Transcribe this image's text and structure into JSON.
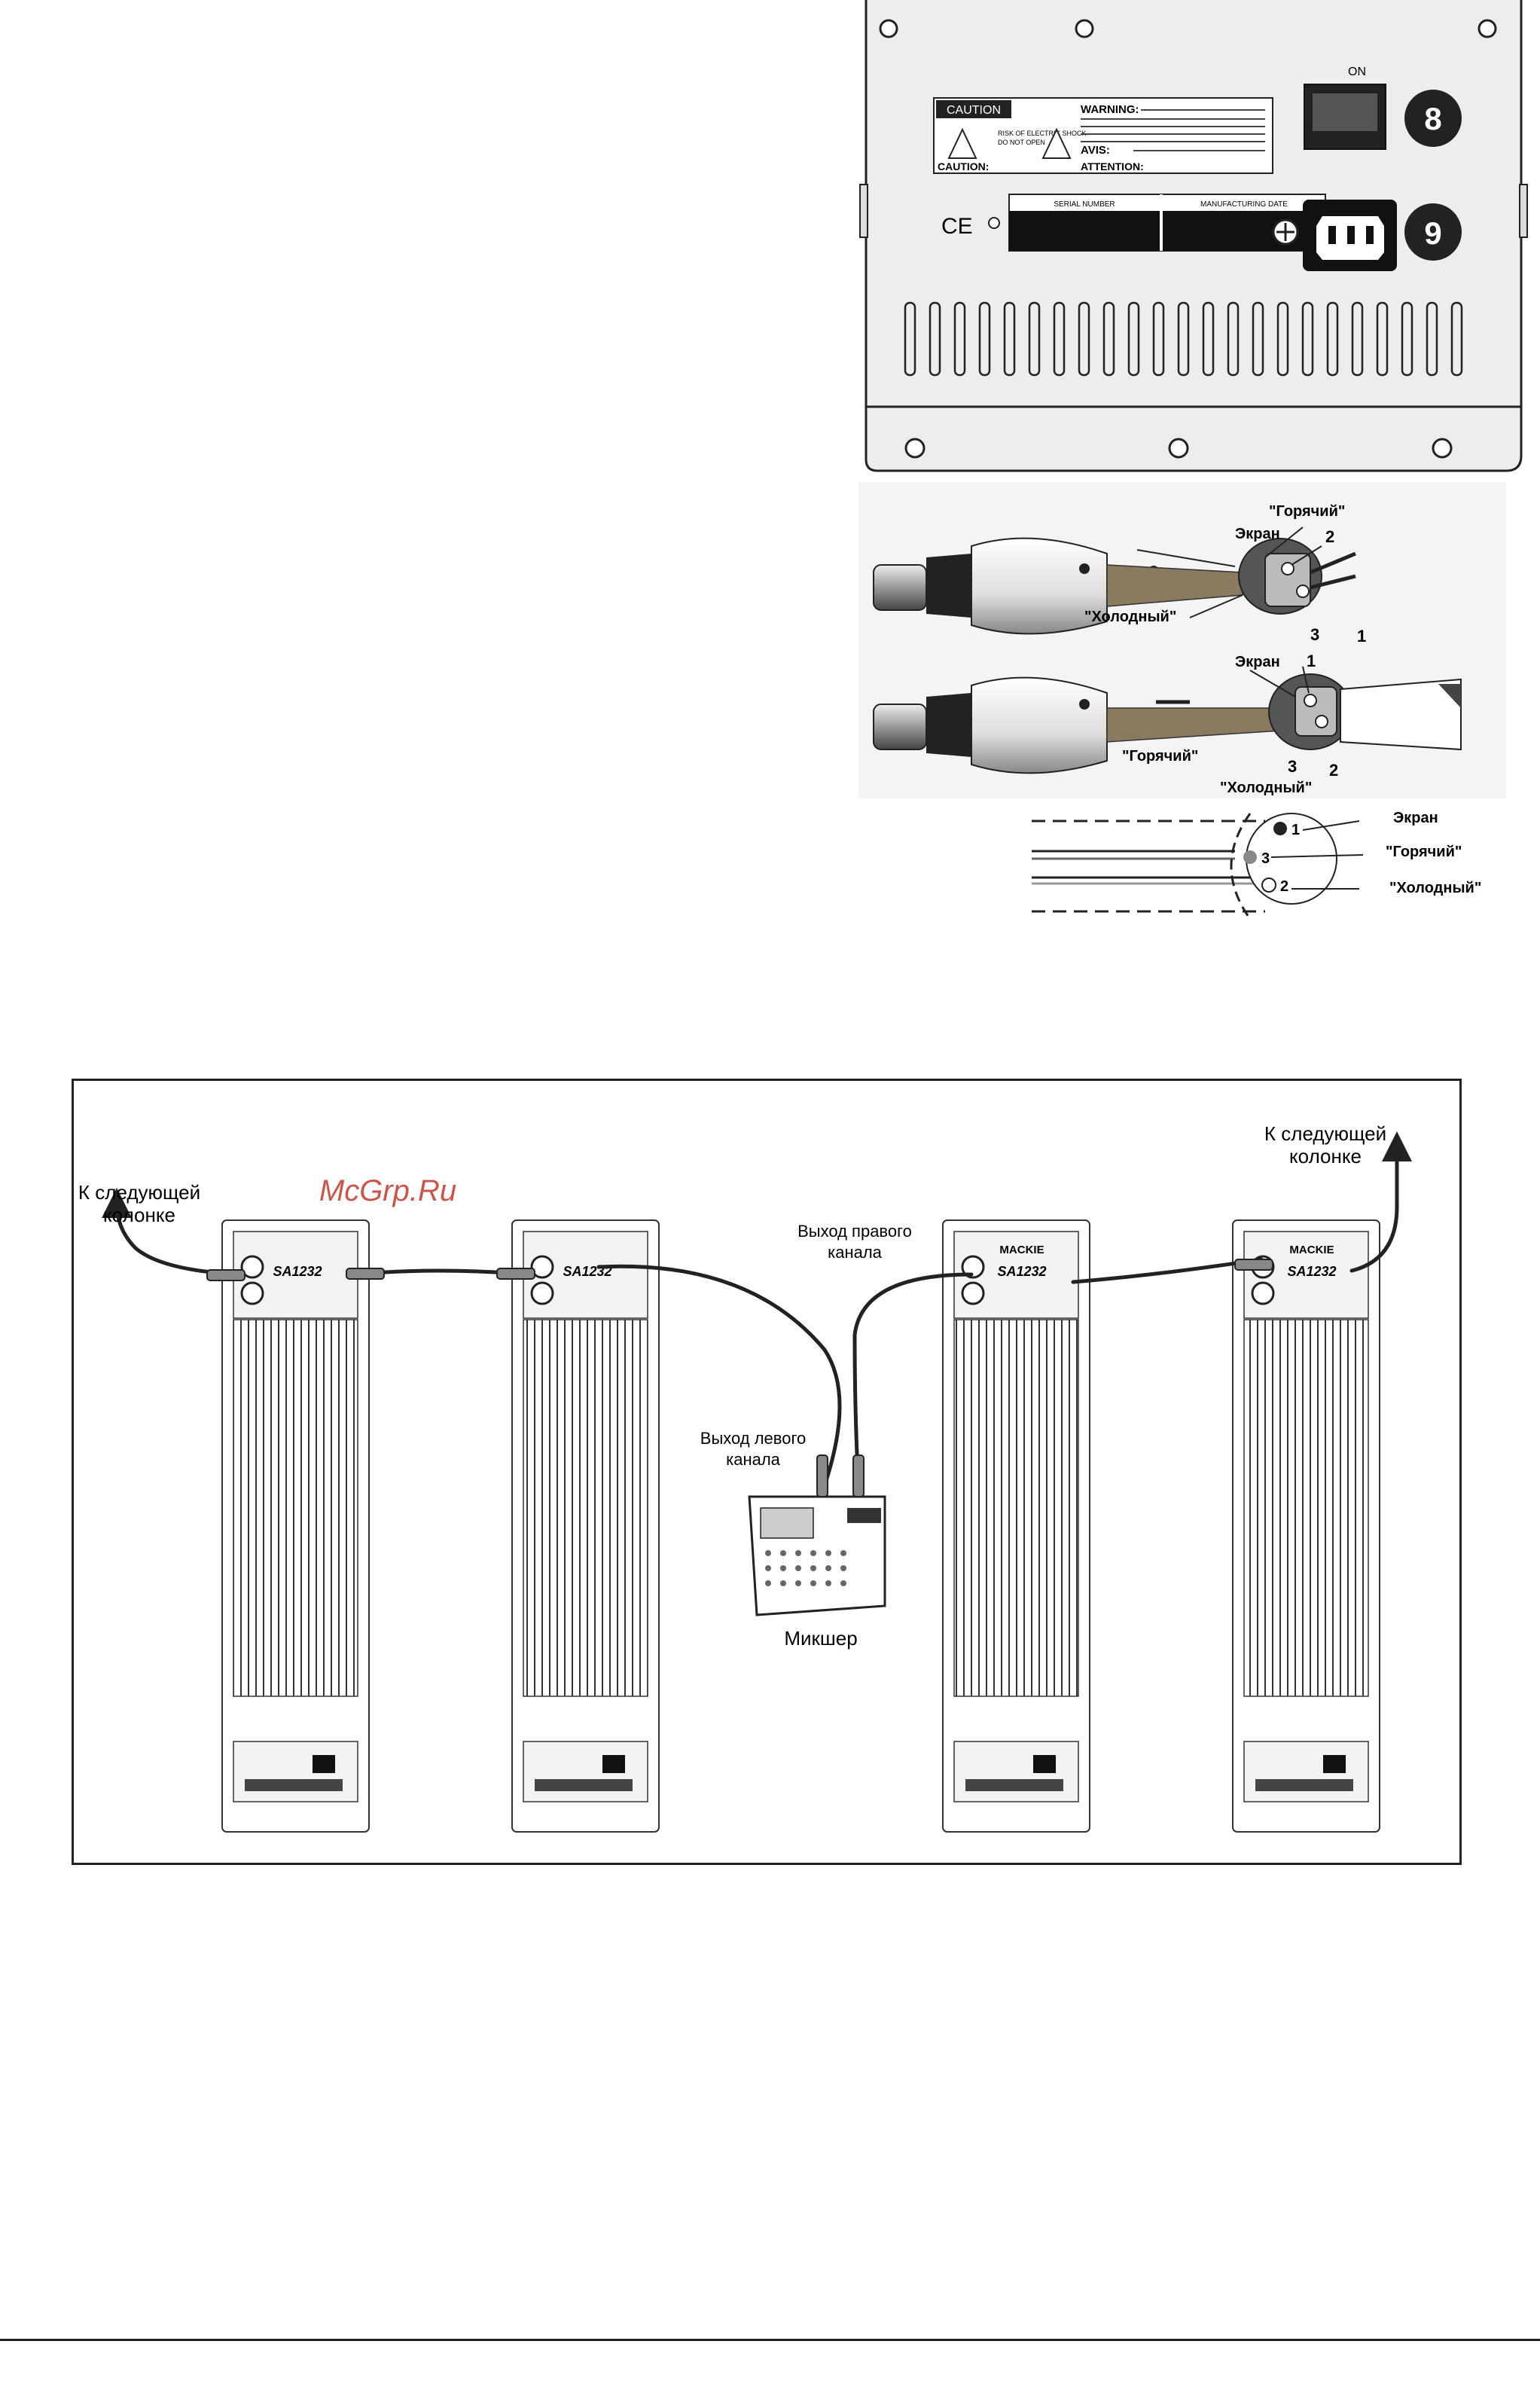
{
  "panel": {
    "on_label": "ON",
    "badge_8": "8",
    "badge_9": "9",
    "caution_title": "CAUTION",
    "caution_sub1": "RISK OF ELECTRIC SHOCK",
    "caution_sub2": "DO NOT OPEN",
    "warning_title": "WARNING:",
    "caution2_title": "CAUTION:",
    "avis_title": "AVIS:",
    "attention_title": "ATTENTION:",
    "ce_mark": "CE",
    "serial_label": "SERIAL NUMBER",
    "mfg_label": "MANUFACTURING DATE"
  },
  "xlr": {
    "top": {
      "hot": "\"Горячий\"",
      "shield": "Экран",
      "cold": "\"Холодный\"",
      "pin2": "2",
      "pin3": "3",
      "pin1": "1"
    },
    "mid": {
      "shield": "Экран",
      "hot": "\"Горячий\"",
      "cold": "\"Холодный\"",
      "pin1": "1",
      "pin3": "3",
      "pin2": "2"
    },
    "schematic": {
      "pin1": "1",
      "pin3": "3",
      "pin2": "2",
      "shield": "Экран",
      "hot": "\"Горячий\"",
      "cold": "\"Холодный\""
    }
  },
  "diagram": {
    "watermark": "McGrp.Ru",
    "left_next_line1": "К следующей",
    "left_next_line2": "колонке",
    "right_next_line1": "К следующей",
    "right_next_line2": "колонке",
    "right_out_line1": "Выход правого",
    "right_out_line2": "канала",
    "left_out_line1": "Выход левого",
    "left_out_line2": "канала",
    "mixer": "Микшер",
    "speaker_model": "SA1232",
    "brand": "MACKIE"
  }
}
